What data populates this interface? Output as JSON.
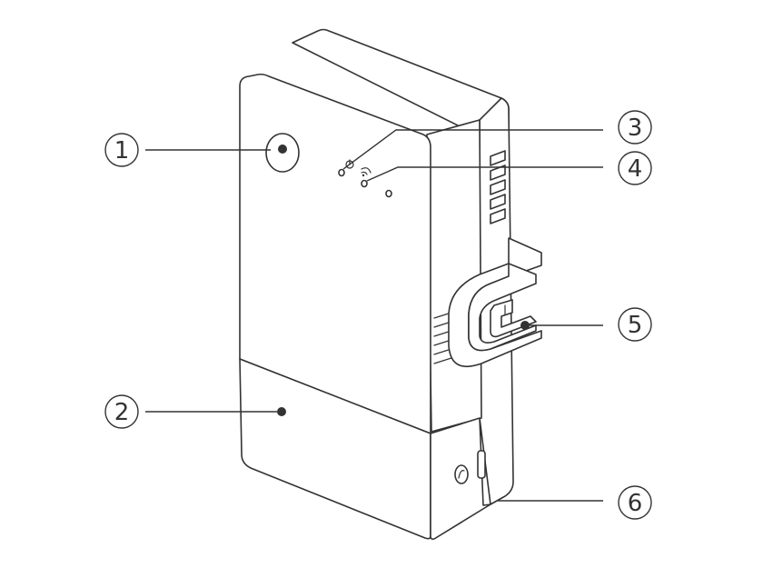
{
  "diagram": {
    "callouts": [
      {
        "number": "1"
      },
      {
        "number": "2"
      },
      {
        "number": "3"
      },
      {
        "number": "4"
      },
      {
        "number": "5"
      },
      {
        "number": "6"
      }
    ],
    "icons": {
      "led_3": "power-icon",
      "led_4": "wifi-icon"
    },
    "colors": {
      "stroke": "#333333",
      "background": "#ffffff"
    }
  }
}
